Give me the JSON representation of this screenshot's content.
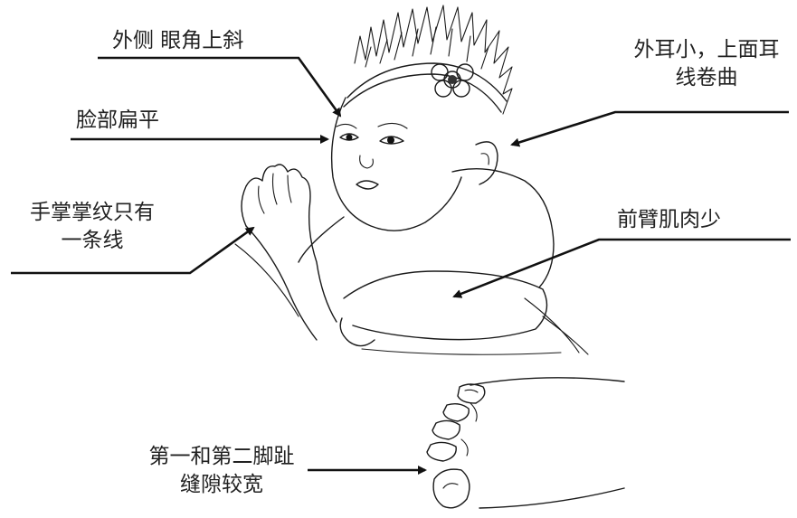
{
  "labels": {
    "eye": "外侧 眼角上斜",
    "face": "脸部扁平",
    "ear_line1": "外耳小，上面耳",
    "ear_line2": "线卷曲",
    "palm_line1": "手掌掌纹只有",
    "palm_line2": "一条线",
    "forearm": "前臂肌肉少",
    "toe_line1": "第一和第二脚趾",
    "toe_line2": "缝隙较宽"
  },
  "colors": {
    "ink": "#1a1a1a",
    "background": "#ffffff"
  },
  "icons": [
    "baby-illustration",
    "foot-illustration",
    "flower-headband-icon"
  ]
}
